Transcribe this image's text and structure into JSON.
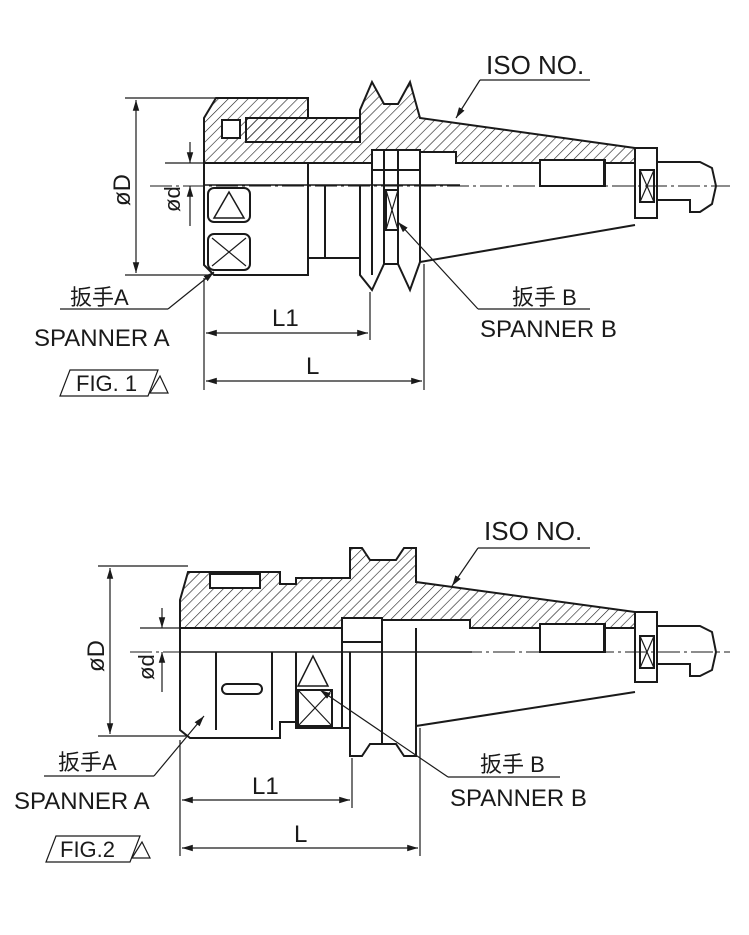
{
  "figures": [
    {
      "iso_label": "ISO NO.",
      "dia_big": "øD",
      "dia_small": "ød",
      "spanner_a_jp": "扳手A",
      "spanner_a_en": "SPANNER A",
      "spanner_b_jp": "扳手 B",
      "spanner_b_en": "SPANNER B",
      "dim_l1": "L1",
      "dim_l": "L",
      "fig_label": "FIG. 1"
    },
    {
      "iso_label": "ISO NO.",
      "dia_big": "øD",
      "dia_small": "ød",
      "spanner_a_jp": "扳手A",
      "spanner_a_en": "SPANNER A",
      "spanner_b_jp": "扳手 B",
      "spanner_b_en": "SPANNER B",
      "dim_l1": "L1",
      "dim_l": "L",
      "fig_label": "FIG.2"
    }
  ],
  "colors": {
    "line": "#1a1a1a",
    "background": "#ffffff"
  }
}
